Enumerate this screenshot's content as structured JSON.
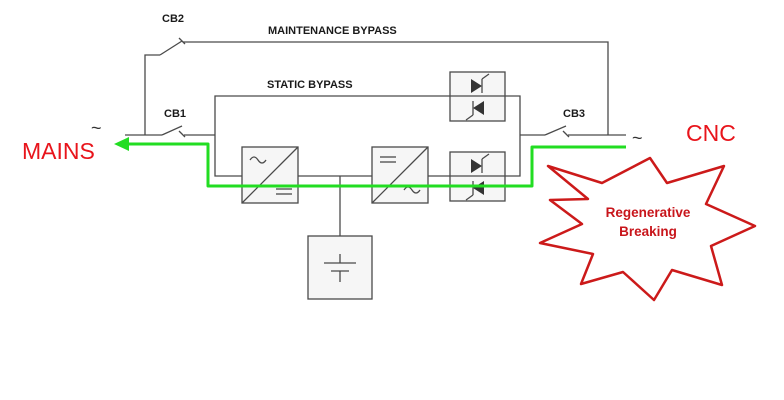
{
  "labels": {
    "cb1": "CB1",
    "cb2": "CB2",
    "cb3": "CB3",
    "maintenance_bypass": "MAINTENANCE BYPASS",
    "static_bypass": "STATIC BYPASS",
    "mains": "MAINS",
    "cnc": "CNC",
    "burst_line1": "Regenerative",
    "burst_line2": "Breaking"
  },
  "symbols": {
    "ac": "~"
  },
  "colors": {
    "regen_path": "#22dd22",
    "text_red": "#e8141b",
    "burst_stroke": "#cc1a1a",
    "wire": "#4a4a4a"
  }
}
